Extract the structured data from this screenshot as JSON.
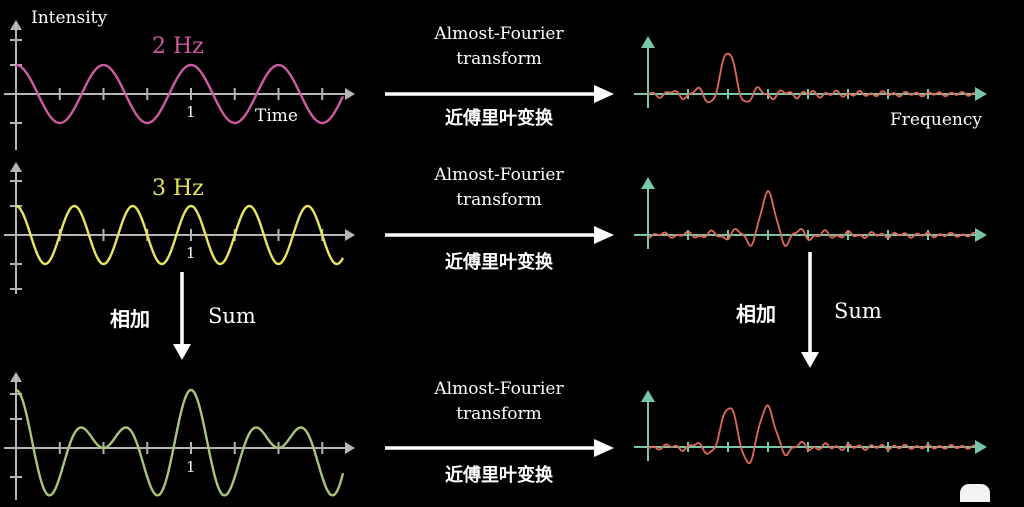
{
  "colors": {
    "background": "#000000",
    "axis": "#b5b5b5",
    "wave_2hz": "#cd5aa3",
    "wave_3hz": "#e8e55e",
    "wave_sum": "#a9c57b",
    "spectrum": "#e06a5a",
    "spectrum_axis": "#78c7a7",
    "arrow": "#ffffff"
  },
  "labels": {
    "intensity": "Intensity",
    "time": "Time",
    "frequency": "Frequency",
    "tick_one": "1",
    "sum_cn": "相加",
    "sum_en": "Sum"
  },
  "rows": [
    {
      "id": "row1",
      "signal_label": "2 Hz",
      "signal_color": "#cd5aa3",
      "frequencies_hz": [
        2
      ],
      "transform_en_line1": "Almost-Fourier",
      "transform_en_line2": "transform",
      "transform_cn": "近傅里叶变换",
      "spectrum_peaks_hz": [
        2
      ]
    },
    {
      "id": "row2",
      "signal_label": "3 Hz",
      "signal_color": "#e8e55e",
      "frequencies_hz": [
        3
      ],
      "transform_en_line1": "Almost-Fourier",
      "transform_en_line2": "transform",
      "transform_cn": "近傅里叶变换",
      "spectrum_peaks_hz": [
        3
      ]
    },
    {
      "id": "row3",
      "signal_label": "",
      "signal_color": "#a9c57b",
      "frequencies_hz": [
        2,
        3
      ],
      "transform_en_line1": "Almost-Fourier",
      "transform_en_line2": "transform",
      "transform_cn": "近傅里叶变换",
      "spectrum_peaks_hz": [
        2,
        3
      ]
    }
  ]
}
